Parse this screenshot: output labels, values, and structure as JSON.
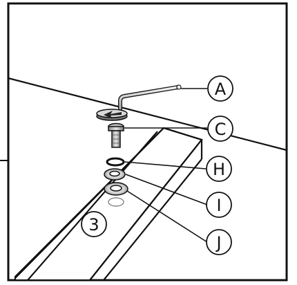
{
  "figure": {
    "step_number": "3",
    "callouts": [
      {
        "id": "A",
        "part": "allen-key"
      },
      {
        "id": "C",
        "part": "bolt"
      },
      {
        "id": "H",
        "part": "spring-washer"
      },
      {
        "id": "I",
        "part": "flat-washer-small"
      },
      {
        "id": "J",
        "part": "flat-washer-large"
      }
    ],
    "colors": {
      "line": "#111111",
      "background": "#ffffff",
      "metal_dark": "#6f6f6f",
      "metal_light": "#cfcfcf"
    }
  }
}
